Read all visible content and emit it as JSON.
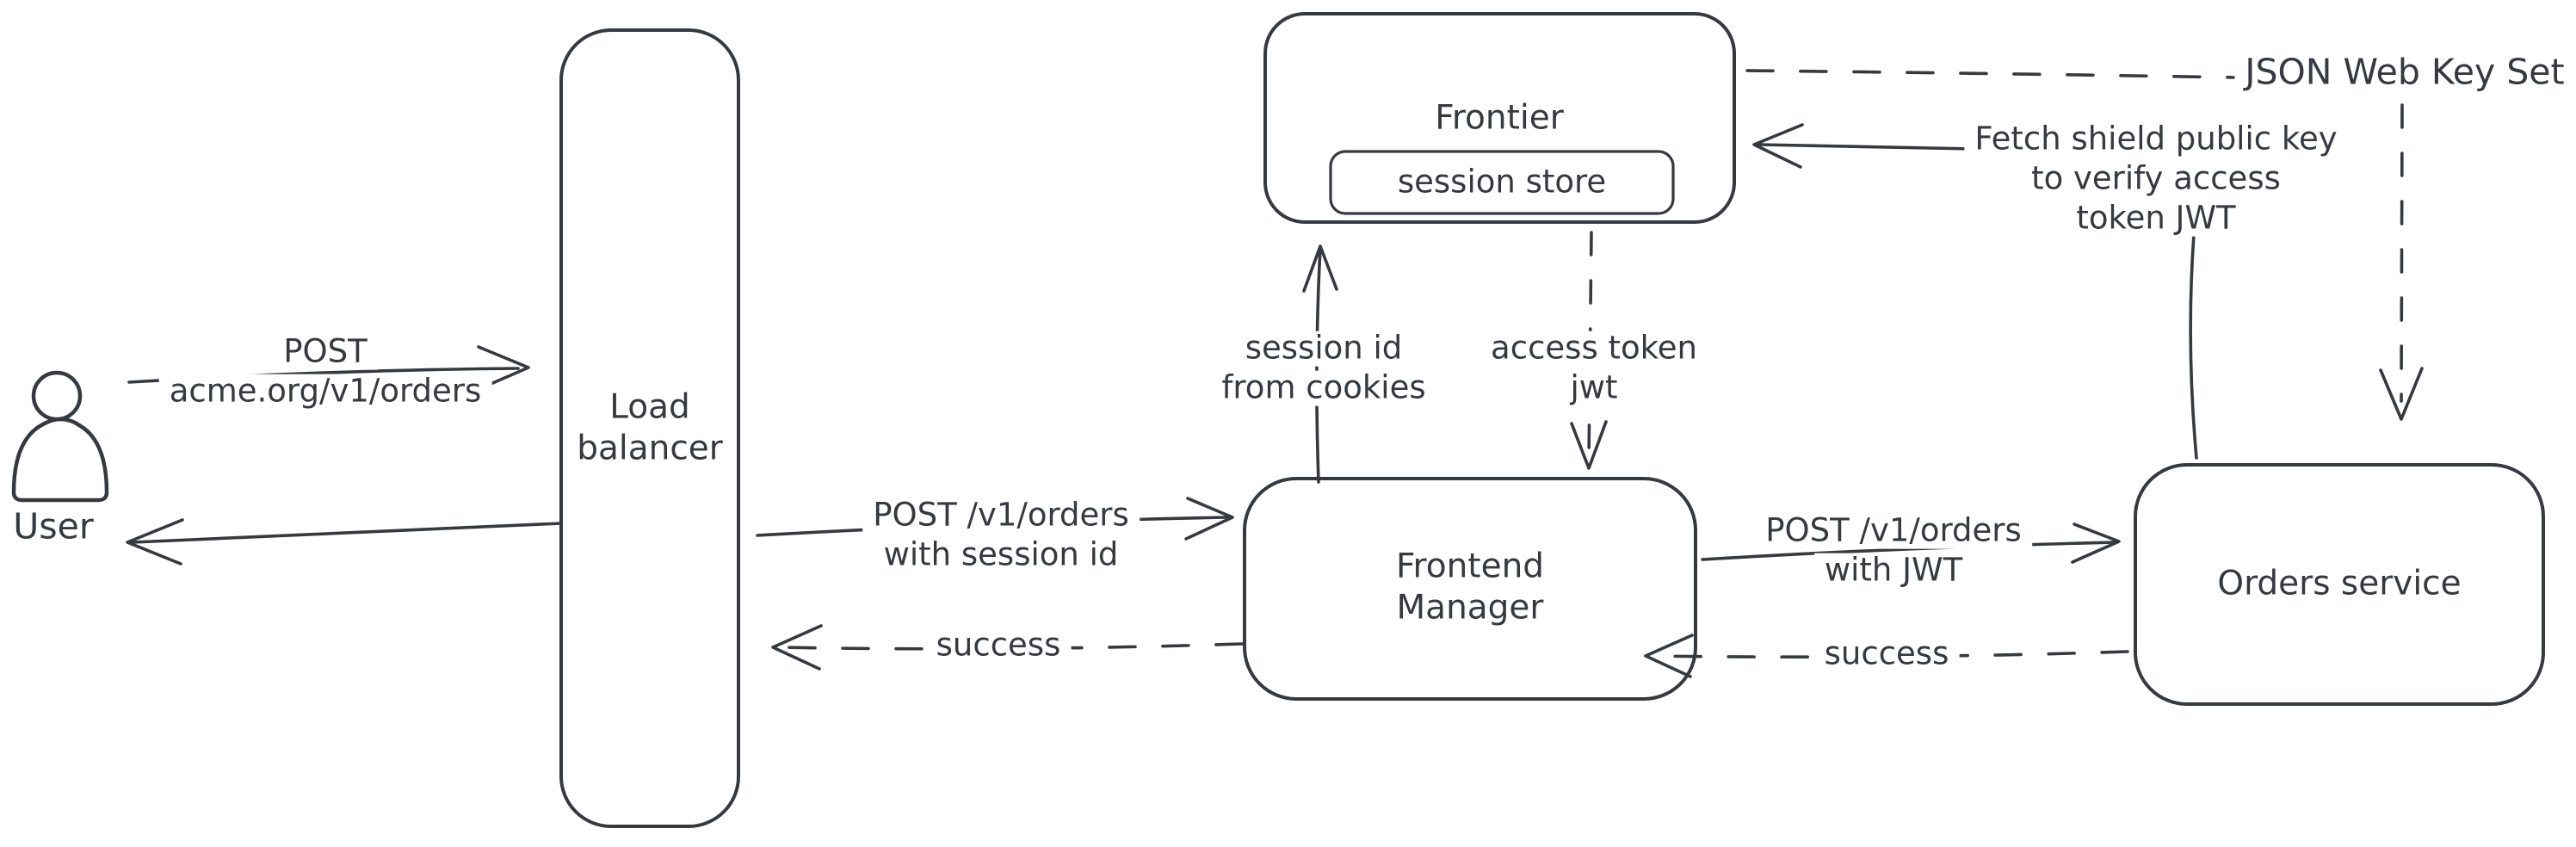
{
  "diagram": {
    "colors": {
      "ink": "#343a40",
      "hatch": "#c9d3dc",
      "background": "#ffffff"
    },
    "nodes": {
      "user": {
        "label": "User"
      },
      "load_balancer": {
        "line1": "Load",
        "line2": "balancer"
      },
      "frontier": {
        "label": "Frontier",
        "inner_label": "session store"
      },
      "frontend_manager": {
        "line1": "Frontend",
        "line2": "Manager"
      },
      "orders_service": {
        "label": "Orders service"
      }
    },
    "edges": {
      "user_to_lb": {
        "line1": "POST",
        "line2": "acme.org/v1/orders"
      },
      "lb_to_fm": {
        "line1": "POST /v1/orders",
        "line2": "with session id"
      },
      "fm_to_lb": {
        "label": "success"
      },
      "fm_to_frontier": {
        "line1": "session id",
        "line2": "from cookies"
      },
      "frontier_to_fm": {
        "line1": "access token",
        "line2": "jwt"
      },
      "fm_to_orders": {
        "line1": "POST /v1/orders",
        "line2": "with JWT"
      },
      "orders_to_fm": {
        "label": "success"
      },
      "jwks": {
        "label": "JSON Web Key Set"
      },
      "fetch_key": {
        "line1": "Fetch shield public key",
        "line2": "to verify access",
        "line3": "token JWT"
      }
    }
  }
}
